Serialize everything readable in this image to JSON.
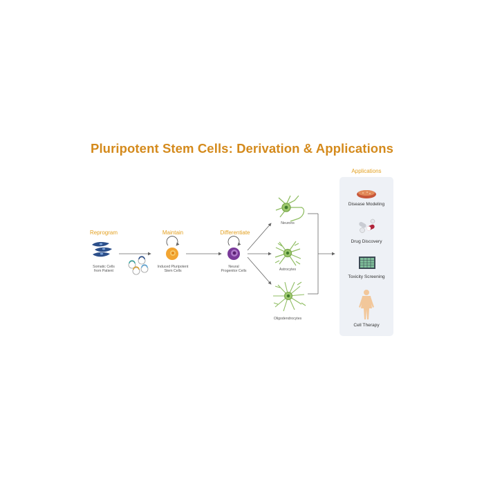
{
  "title": "Pluripotent Stem Cells: Derivation & Applications",
  "stages": {
    "reprogram": "Reprogram",
    "maintain": "Maintain",
    "differentiate": "Differentiate"
  },
  "captions": {
    "somatic_line1": "Somatic Cells",
    "somatic_line2": "from Patient",
    "ipsc_line1": "Induced Pluripotent",
    "ipsc_line2": "Stem Cells",
    "npc_line1": "Neural",
    "npc_line2": "Progenitor Cells",
    "neurons": "Neurons",
    "astrocytes": "Astrocytes",
    "oligodendrocytes": "Oligodendrocytes"
  },
  "applications": {
    "heading": "Applications",
    "items": [
      "Disease Modeling",
      "Drug Discovery",
      "Toxicity Screening",
      "Cell Therapy"
    ]
  },
  "colors": {
    "title": "#d48a1c",
    "stage": "#e3a020",
    "somatic": "#2c4f8a",
    "ipsc": "#f2a532",
    "npc": "#7a3a9a",
    "neuron": "#8fbd62",
    "panel": "#eef1f6"
  }
}
